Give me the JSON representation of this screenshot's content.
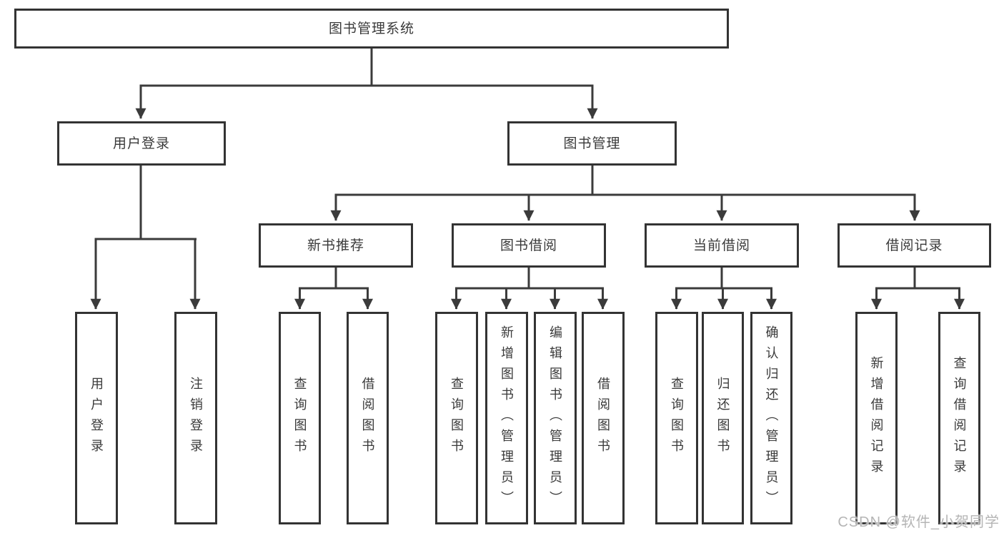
{
  "tree": {
    "root": "图书管理系统",
    "level2": [
      "用户登录",
      "图书管理"
    ],
    "level3": [
      "新书推荐",
      "图书借阅",
      "当前借阅",
      "借阅记录"
    ],
    "leaves": [
      "用户登录",
      "注销登录",
      "查询图书",
      "借阅图书",
      "查询图书",
      "新增图书（管理员）",
      "编辑图书（管理员）",
      "借阅图书",
      "查询图书",
      "归还图书",
      "确认归还（管理员）",
      "新增借阅记录",
      "查询借阅记录"
    ]
  },
  "watermark": "CSDN @软件_小贺同学",
  "colors": {
    "border": "#333333",
    "line": "#3b3b3b",
    "text": "#3a3a3a",
    "background": "#ffffff",
    "watermark": "#b5b5b5"
  }
}
